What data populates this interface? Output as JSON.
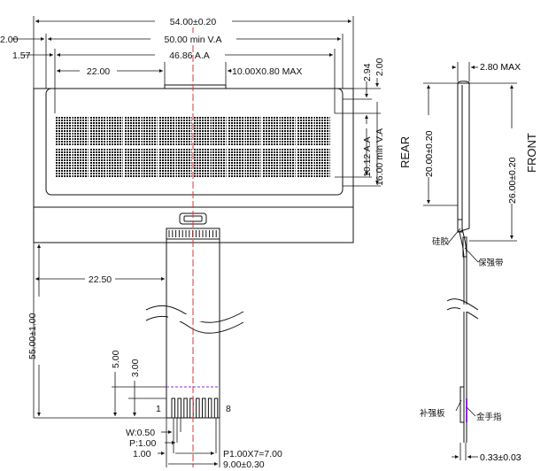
{
  "front_view": {
    "overall_width": "54.00±0.20",
    "view_area_width": "50.00 min V.A",
    "active_area_width": "46.86 A.A",
    "left_to_window": "22.00",
    "window_notch": "10.00X0.80 MAX",
    "left_margin_outer": "2.00",
    "left_margin_inner": "1.57",
    "top_gap_aa": "2.94",
    "top_gap_va": "2.00",
    "active_area_height": "10.12 A.A",
    "view_area_height": "16.00 min V.A",
    "fpc_offset": "22.50",
    "fpc_length": "55.00±1.00",
    "stiffener_height": "5.00",
    "finger_height": "3.00",
    "pin_first": "1",
    "pin_last": "8",
    "pin_width": "W:0.50",
    "pin_pitch": "P:1.00",
    "pin_edge": "1.00",
    "pin_span": "P1.00X7=7.00",
    "fpc_width": "9.00±0.30"
  },
  "side_view": {
    "thickness": "2.80 MAX",
    "rear_label": "REAR",
    "front_label": "FRONT",
    "rear_height": "20.00±0.20",
    "front_height": "26.00±0.20",
    "label_silicone": "硅胶",
    "label_protect_tape": "保强带",
    "label_stiffener": "补强板",
    "label_gold_finger": "金手指",
    "fpc_thickness": "0.33±0.03"
  },
  "colors": {
    "line": "#111111",
    "centerline": "#d63a3a",
    "finger_mark": "#8a2be2"
  }
}
